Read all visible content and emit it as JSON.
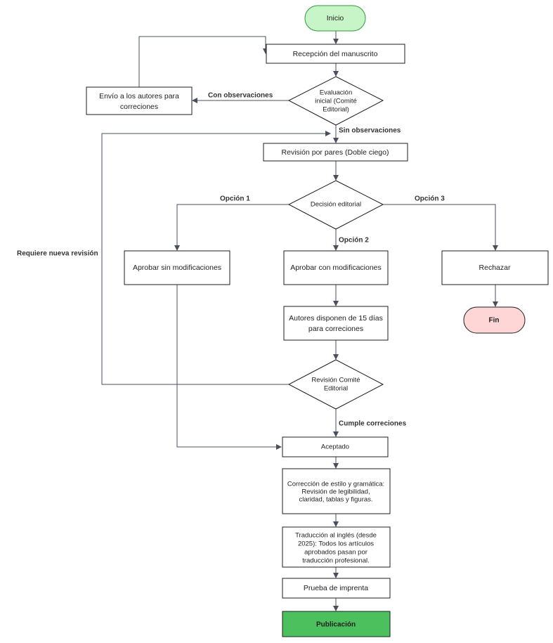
{
  "colors": {
    "start_fill": "#c8f5c8",
    "start_stroke": "#2c9a3a",
    "end_fill": "#ffd6d6",
    "end_stroke": "#1e1e1e",
    "publish_fill": "#4cc05c",
    "publish_stroke": "#1e1e1e",
    "line": "#4a4f5c"
  },
  "nodes": {
    "inicio": "Inicio",
    "recepcion": "Recepción del manuscrito",
    "envio_line1": "Envío a los autores para",
    "envio_line2": "correciones",
    "evaluacion_line1": "Evaluación",
    "evaluacion_line2": "inicial (Comité",
    "evaluacion_line3": "Editorial)",
    "revision_pares": "Revisión por pares (Doble ciego)",
    "decision": "Decisión editorial",
    "aprobar_sin": "Aprobar sin modificaciones",
    "aprobar_con": "Aprobar con modificaciones",
    "rechazar": "Rechazar",
    "fin": "Fin",
    "autores_line1": "Autores disponen de 15 días",
    "autores_line2": "para correciones",
    "revision_comite_line1": "Revisión Comité",
    "revision_comite_line2": "Editorial",
    "aceptado": "Aceptado",
    "correccion_line1": "Corrección de estilo y gramática:",
    "correccion_line2": "Revisión de legibilidad,",
    "correccion_line3": "claridad, tablas y figuras.",
    "traduccion_line1": "Traducción al inglés (desde",
    "traduccion_line2": "2025): Todos los artículos",
    "traduccion_line3": "aprobados pasan por",
    "traduccion_line4": "traducción profesional.",
    "prueba": "Prueba de imprenta",
    "publicacion": "Publicación"
  },
  "edges": {
    "con_observaciones": "Con observaciones",
    "sin_observaciones": "Sin observaciones",
    "opcion1": "Opción 1",
    "opcion2": "Opción 2",
    "opcion3": "Opción 3",
    "requiere_nueva_revision": "Requiere nueva revisión",
    "cumple_correciones": "Cumple correciones"
  }
}
